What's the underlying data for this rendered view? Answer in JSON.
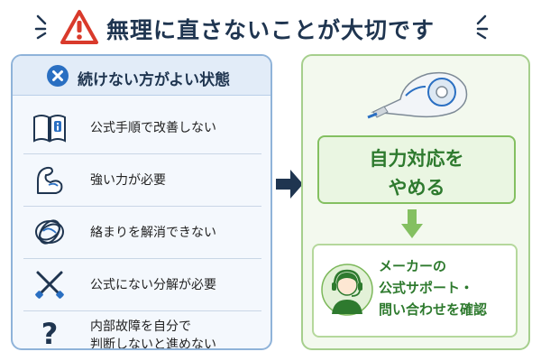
{
  "title": {
    "text": "無理に直さないことが大切です",
    "warning_icon": "warning-triangle-icon"
  },
  "left": {
    "header": "続けない方がよい状態",
    "header_icon": "x-circle-icon",
    "items": [
      {
        "icon": "manual-book-icon",
        "lines": [
          "公式手順で改善しない"
        ]
      },
      {
        "icon": "flexed-arm-icon",
        "lines": [
          "強い力が必要"
        ]
      },
      {
        "icon": "tangle-icon",
        "lines": [
          "絡まりを解消できない"
        ]
      },
      {
        "icon": "cross-tools-icon",
        "lines": [
          "公式にない分解が必要"
        ]
      },
      {
        "icon": "question-icon",
        "lines": [
          "内部故障を自分で",
          "判断しないと進めない"
        ]
      }
    ]
  },
  "right": {
    "action_lines": [
      "自力対応を",
      "やめる"
    ],
    "contact_lines": [
      "メーカーの",
      "公式サポート・",
      "問い合わせを確認"
    ],
    "tape_icon": "correction-tape-icon",
    "avatar_icon": "support-operator-icon"
  },
  "colors": {
    "navy": "#1f3550",
    "blue_accent": "#2a6fc2",
    "green_accent": "#2e7a2e",
    "warning_red": "#d93a2b"
  }
}
